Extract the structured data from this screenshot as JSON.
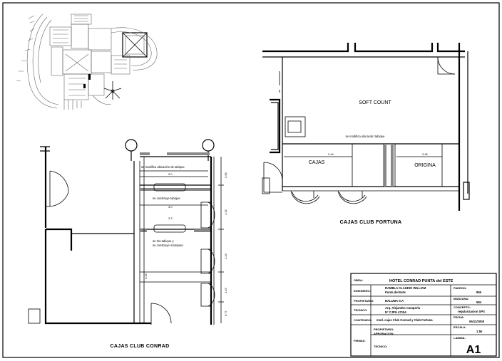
{
  "drawing": {
    "conrad_title": "CAJAS CLUB CONRAD",
    "fortuna_title": "CAJAS CLUB FORTUNA",
    "fortuna_rooms": {
      "soft_count": "SOFT COUNT",
      "cajas": "CAJAS",
      "origina": "ORIGINA"
    },
    "fortuna_notes": {
      "wall": "se modifica ubicación tabique",
      "dim_left": "2.44",
      "dim_right": "3.45"
    },
    "conrad_notes": {
      "note1": "se modifica ubicación de tabique",
      "note2": "se construye tabique",
      "note3a": "se tira tabique y",
      "note3b": "se construye mampara",
      "dim1": "3.0",
      "dim2": "3.0",
      "dim3": "3.3",
      "vdim1": "2.05",
      "vdim2": "1.15",
      "vdim3": "1.15",
      "vdim4": "1.15",
      "vdim5": "0.77",
      "vdim_left": "4.15"
    }
  },
  "title_block": {
    "obra_label": "OBRA:",
    "obra_value": "HOTEL CONRAD PUNTA del ESTE",
    "ingeniero_label": "INGENIERO:",
    "ingeniero_value1": "RAMBLA CLAUDIO WILLIAM",
    "ingeniero_value2": "Punta del Este",
    "propietario_label": "PROPIETARIO:",
    "propietario_value": "BALUMA S.A",
    "tecnico_label": "TECNICO:",
    "tecnico_value1": "Arq. Alejandro Camperla",
    "tecnico_value2": "Nº CJPU 47154",
    "contenido_label": "CONTENIDO:",
    "contenido_value": "mod. cajas Club Conrad y Club Fortuna",
    "propietario2_label": "PROPIETARIO:",
    "aprobacion_label": "APROBACION:",
    "firmas_label": "FIRMAS:",
    "tecnico2_label": "TECNICO:",
    "padron_label": "PADRON:",
    "padron_value": "856",
    "manzana_label": "MANZANA:",
    "manzana_value": "584",
    "concepto_label": "CONCEPTO:",
    "concepto_value": "regularizacion SPS",
    "fecha_label": "FECHA:",
    "fecha_value": "06/12/2008",
    "escala_label": "ESCALA:",
    "escala_value": "1:50",
    "lamina_label": "LAMINA:",
    "lamina_value": "A1"
  }
}
